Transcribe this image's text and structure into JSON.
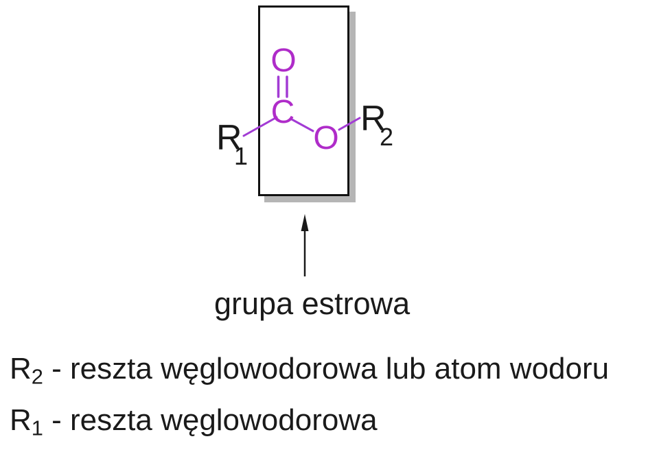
{
  "colors": {
    "atom": "#af2cc9",
    "bond": "#a23bd4",
    "text": "#1a1a1a",
    "box_border": "#111111",
    "box_shadow": "#b5b5b5"
  },
  "molecule": {
    "carbonyl_oxygen": "O",
    "carbonyl_carbon": "C",
    "ester_oxygen": "O",
    "r1_symbol": "R",
    "r1_subscript": "1",
    "r2_symbol": "R",
    "r2_subscript": "2"
  },
  "annotation": {
    "group_label": "grupa estrowa"
  },
  "legend": {
    "r2_symbol": "R",
    "r2_subscript": "2",
    "r2_text": " - reszta węglowodorowa lub atom wodoru",
    "r1_symbol": "R",
    "r1_subscript": "1",
    "r1_text": " - reszta węglowodorowa"
  }
}
